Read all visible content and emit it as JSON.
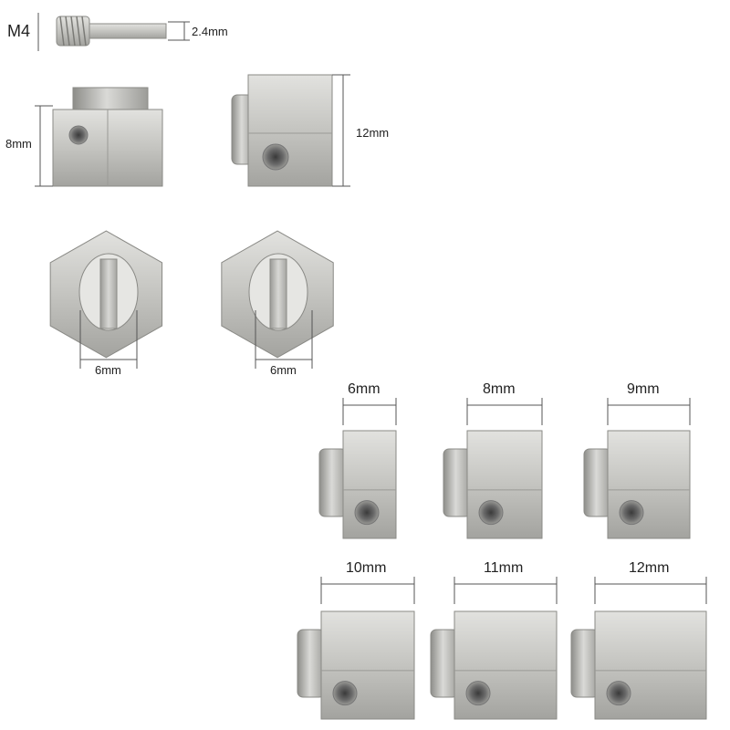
{
  "screw": {
    "thread": "M4",
    "pin_diameter": "2.4mm"
  },
  "side_view": {
    "height": "8mm"
  },
  "front_view": {
    "height": "12mm"
  },
  "hex_end_left": {
    "bore": "6mm"
  },
  "hex_end_right": {
    "bore": "6mm"
  },
  "sizes": [
    "6mm",
    "8mm",
    "9mm",
    "10mm",
    "11mm",
    "12mm"
  ],
  "colors": {
    "metal_light": "#d9d9d6",
    "metal_mid": "#b4b4b0",
    "metal_dark": "#8a8a86",
    "dim_line": "#555555"
  }
}
